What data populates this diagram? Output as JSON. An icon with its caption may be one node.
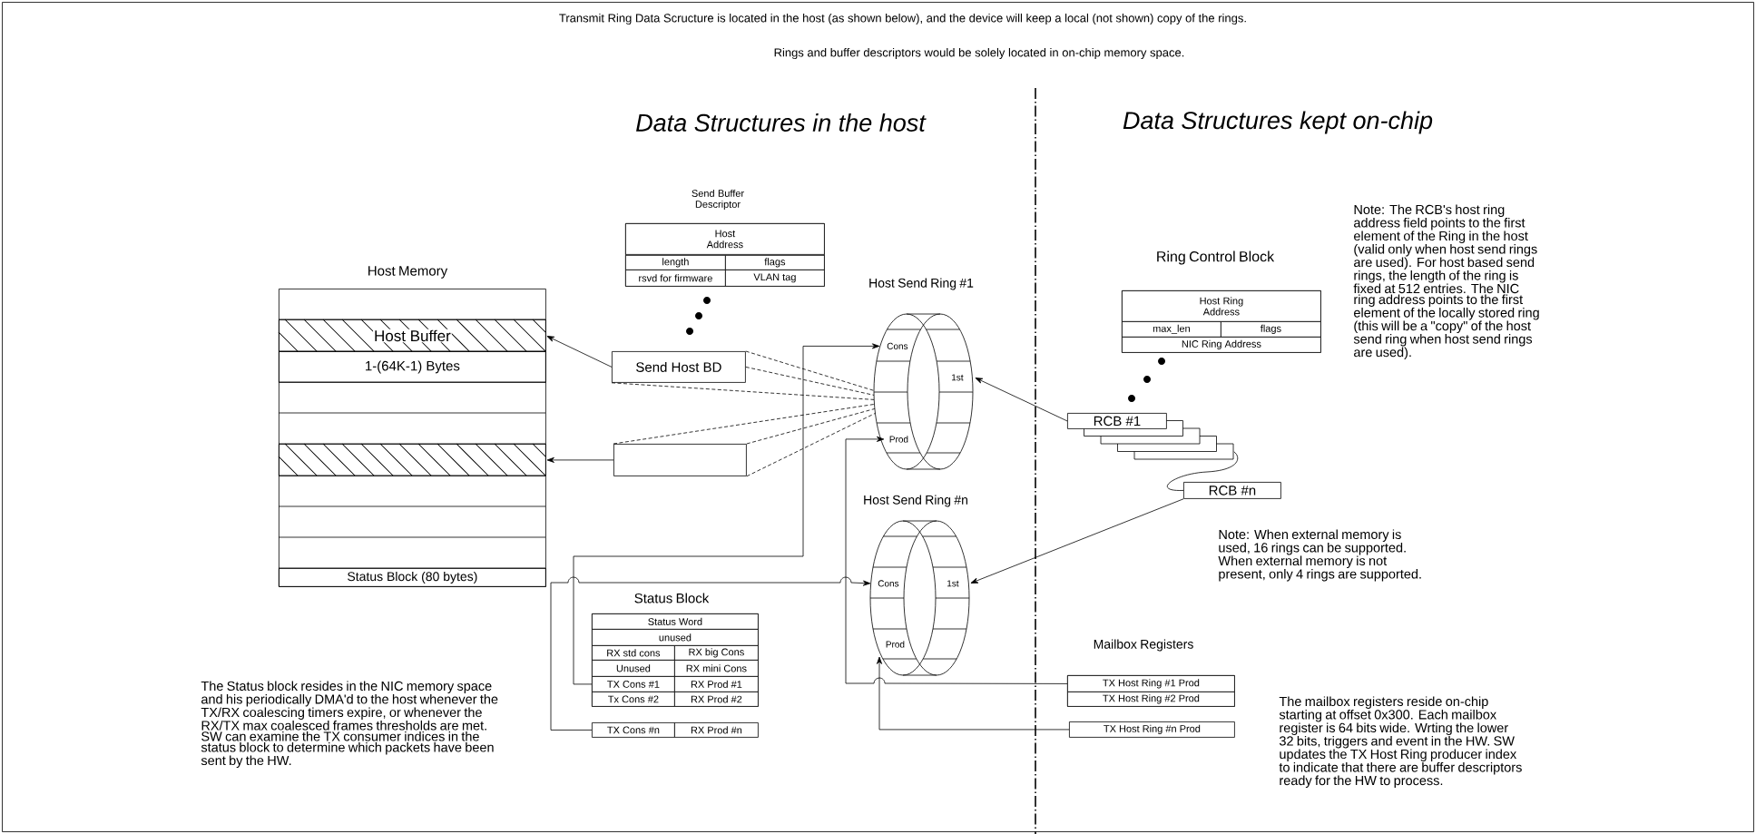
{
  "diagram": {
    "nodes": [
      {
        "text": [
          "Host Memory"
        ]
      },
      {
        "text": [
          "Host Buffer"
        ],
        "in": 0
      },
      {
        "text": [
          "1-(64K-1) Bytes"
        ],
        "in": 0
      },
      {
        "text": [],
        "shape": "box",
        "in": 0
      },
      {
        "text": [
          "Status Block (80 bytes)"
        ],
        "in": 0
      },
      {
        "text": [
          "Send Buffer Descriptor"
        ]
      },
      {
        "text": [
          "Host Address"
        ],
        "in": 5
      },
      {
        "text": [
          "length"
        ],
        "in": 5
      },
      {
        "text": [
          "flags"
        ],
        "in": 5
      },
      {
        "text": [
          "rsvd for firmware"
        ],
        "in": 5
      },
      {
        "text": [
          "VLAN tag"
        ],
        "in": 5
      },
      {
        "text": [
          "Send Host BD"
        ]
      },
      {
        "text": [],
        "shape": "box"
      },
      {
        "text": [
          "Host Send Ring #1"
        ]
      },
      {
        "text": [
          "Cons"
        ],
        "in": 13
      },
      {
        "text": [
          "1st"
        ],
        "in": 13
      },
      {
        "text": [
          "Prod"
        ],
        "in": 13
      },
      {
        "text": [
          "Host Send Ring #n"
        ]
      },
      {
        "text": [
          "Cons"
        ],
        "in": 17
      },
      {
        "text": [
          "1st"
        ],
        "in": 17
      },
      {
        "text": [
          "Prod"
        ],
        "in": 17
      },
      {
        "text": [
          "Ring Control Block"
        ]
      },
      {
        "text": [
          "Host Ring Address"
        ],
        "in": 21
      },
      {
        "text": [
          "max_len"
        ],
        "in": 21
      },
      {
        "text": [
          "flags"
        ],
        "in": 21
      },
      {
        "text": [
          "NIC Ring Address"
        ],
        "in": 21
      },
      {
        "text": [
          "RCB #1"
        ]
      },
      {
        "text": [
          "RCB #n"
        ]
      },
      {
        "text": [
          "Status Block"
        ]
      },
      {
        "text": [
          "Status Word"
        ],
        "in": 28
      },
      {
        "text": [
          "unused"
        ],
        "in": 28
      },
      {
        "text": [
          "RX std cons"
        ],
        "in": 28
      },
      {
        "text": [
          "RX big Cons"
        ],
        "in": 28
      },
      {
        "text": [
          "Unused"
        ],
        "in": 28
      },
      {
        "text": [
          "RX mini Cons"
        ],
        "in": 28
      },
      {
        "text": [
          "TX Cons #1"
        ],
        "in": 28
      },
      {
        "text": [
          "RX Prod #1"
        ],
        "in": 28
      },
      {
        "text": [
          "Tx Cons #2"
        ],
        "in": 28
      },
      {
        "text": [
          "RX Prod #2"
        ],
        "in": 28
      },
      {
        "text": [
          "TX Cons #n"
        ]
      },
      {
        "text": [
          "RX Prod #n"
        ]
      },
      {
        "text": [
          "Mailbox Registers"
        ]
      },
      {
        "text": [
          "TX Host Ring #1 Prod"
        ],
        "in": 41
      },
      {
        "text": [
          "TX Host Ring #2 Prod"
        ],
        "in": 41
      },
      {
        "text": [
          "TX Host Ring #n Prod"
        ]
      }
    ],
    "edges": [
      {
        "from": 11,
        "to": 1,
        "arrow": "to"
      },
      {
        "from": 12,
        "to": 3,
        "arrow": "to"
      },
      {
        "from": 11,
        "to": 13,
        "arrow": "none",
        "style": "dashed"
      },
      {
        "from": 11,
        "to": 13,
        "arrow": "none",
        "style": "dashed"
      },
      {
        "from": 11,
        "to": 13,
        "arrow": "none",
        "style": "dashed"
      },
      {
        "from": 12,
        "to": 13,
        "arrow": "none",
        "style": "dashed"
      },
      {
        "from": 12,
        "to": 13,
        "arrow": "none",
        "style": "dashed"
      },
      {
        "from": 12,
        "to": 13,
        "arrow": "none",
        "style": "dashed"
      },
      {
        "from": 26,
        "to": 15,
        "arrow": "to"
      },
      {
        "from": 27,
        "to": 19,
        "arrow": "to"
      },
      {
        "from": 26,
        "to": 27,
        "arrow": "none"
      },
      {
        "from": 35,
        "to": 14,
        "arrow": "to"
      },
      {
        "from": 39,
        "to": 18,
        "arrow": "to"
      },
      {
        "from": 42,
        "to": 16,
        "arrow": "to"
      },
      {
        "from": 44,
        "to": 20,
        "arrow": "to"
      }
    ],
    "labels": [
      "Transmit Ring Data Scructure is located in the host (as shown below), and the device will keep a local (not shown) copy of the rings.",
      "Rings and buffer descriptors would be solely located in on-chip memory space.",
      "Data Structures in the host",
      "Data Structures kept on-chip",
      "Note: The RCB's host ring address field points to the first element of the Ring in the host (valid only when host send rings are used). For host based send rings, the length of the ring is fixed at 512 entries. The NIC ring address points to the first element of the locally stored ring (this will be a \"copy\" of the host send ring when host send rings are used).",
      "Note: When external memory is used, 16 rings can be supported. When external memory is not present, only 4 rings are supported.",
      "The Status block resides in the NIC memory space and his periodically DMA'd to the host whenever the TX/RX coalescing timers expire, or whenever the RX/TX max coalesced frames thresholds are met. SW can examine the TX consumer indices in the status block to determine which packets have been sent by the HW.",
      "The mailbox registers reside on-chip starting at offset 0x300. Each mailbox register is 64 bits wide. Wrting the lower 32 bits, triggers and event in the HW. SW updates the TX Host Ring producer index to indicate that there are buffer descriptors ready for the HW to process."
    ]
  }
}
